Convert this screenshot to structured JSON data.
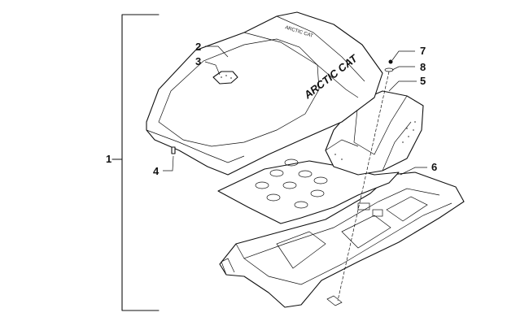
{
  "diagram": {
    "callouts": [
      {
        "id": "1",
        "label": "1"
      },
      {
        "id": "2",
        "label": "2"
      },
      {
        "id": "3",
        "label": "3"
      },
      {
        "id": "4",
        "label": "4"
      },
      {
        "id": "5",
        "label": "5"
      },
      {
        "id": "6",
        "label": "6"
      },
      {
        "id": "7",
        "label": "7"
      },
      {
        "id": "8",
        "label": "8"
      }
    ],
    "seat_brand_text": "ARCTIC CAT",
    "seat_tail_text": "ARCTIC CAT"
  }
}
